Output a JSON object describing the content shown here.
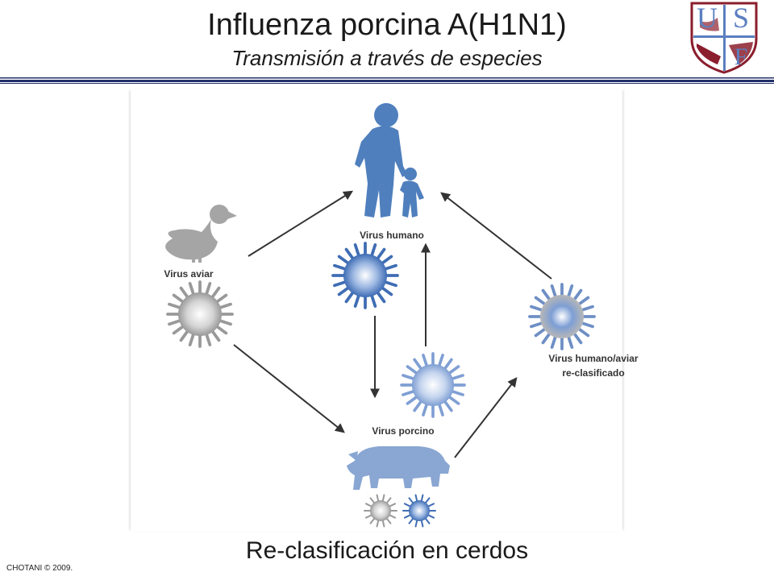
{
  "header": {
    "title": "Influenza porcina A(H1N1)",
    "subtitle": "Transmisión a través de especies"
  },
  "logo": {
    "letters": [
      "U",
      "S",
      "F"
    ],
    "colors": {
      "blue": "#5b7fc0",
      "red": "#8b1e2d"
    }
  },
  "diagram": {
    "labels": {
      "human_virus": "Virus humano",
      "avian_virus": "Virus aviar",
      "reassorted_line1": "Virus humano/aviar",
      "reassorted_line2": "re-clasificado",
      "swine_virus": "Virus porcino"
    },
    "colors": {
      "human": "#4f7fbd",
      "pig": "#8aa6d2",
      "duck": "#a5a5a5",
      "arrow": "#333333"
    }
  },
  "footer": {
    "caption": "Re-clasificación en cerdos",
    "copyright": "CHOTANI © 2009."
  }
}
